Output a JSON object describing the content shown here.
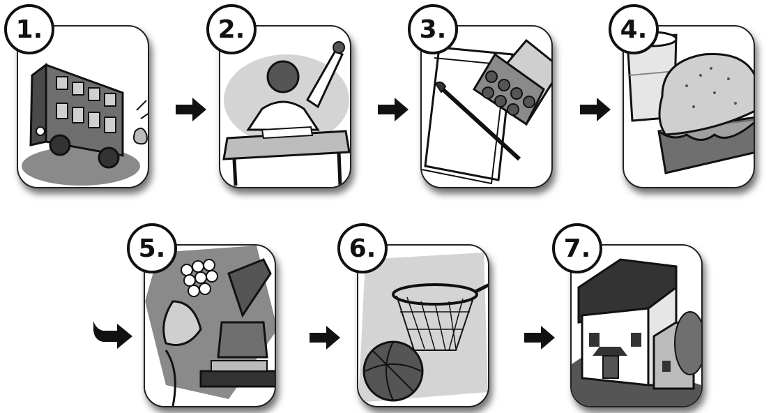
{
  "steps": [
    {
      "number": "1.",
      "icon": "school-bus-icon"
    },
    {
      "number": "2.",
      "icon": "student-at-desk-icon"
    },
    {
      "number": "3.",
      "icon": "paint-palette-icon"
    },
    {
      "number": "4.",
      "icon": "sandwich-and-drink-icon"
    },
    {
      "number": "5.",
      "icon": "microscope-science-icon"
    },
    {
      "number": "6.",
      "icon": "basketball-hoop-icon"
    },
    {
      "number": "7.",
      "icon": "house-icon"
    }
  ],
  "colors": {
    "ink": "#111111",
    "mid_gray": "#8a8a8a",
    "light_gray": "#d4d4d4",
    "dark_gray": "#555555"
  }
}
